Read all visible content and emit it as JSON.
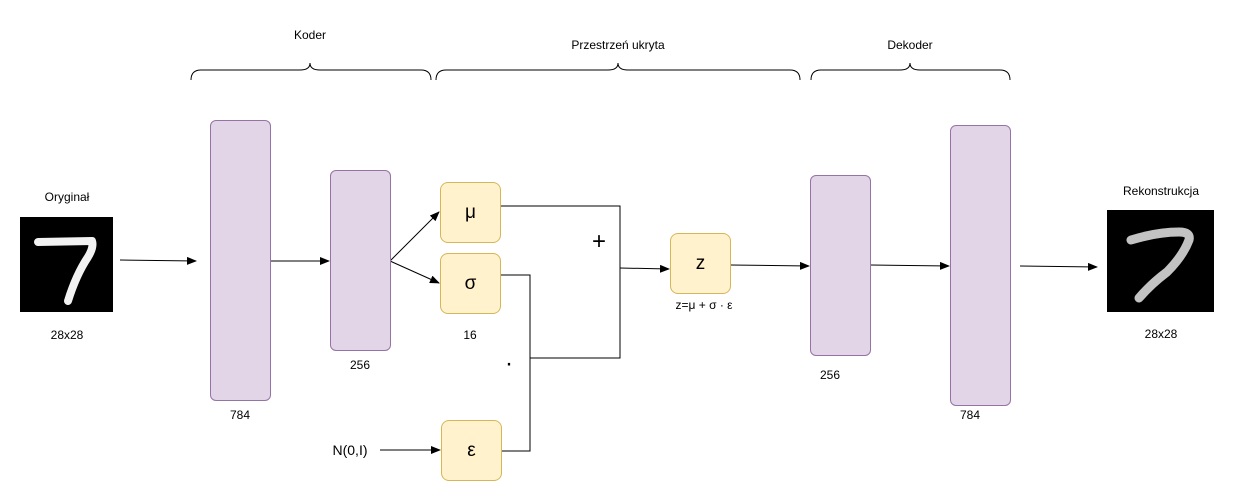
{
  "sections": {
    "encoder": "Koder",
    "latent": "Przestrzeń ukryta",
    "decoder": "Dekoder"
  },
  "input": {
    "title": "Oryginał",
    "size": "28x28",
    "digit": "7"
  },
  "output": {
    "title": "Rekonstrukcja",
    "size": "28x28",
    "digit": "7"
  },
  "encoder": {
    "layer1_units": "784",
    "layer2_units": "256"
  },
  "latent": {
    "mu": "μ",
    "sigma": "σ",
    "dim": "16",
    "epsilon": "ε",
    "noise": "N(0,I)",
    "z": "z",
    "formula": "z=μ + σ · ε",
    "plus": "+",
    "times": "·"
  },
  "decoder": {
    "layer1_units": "256",
    "layer2_units": "784"
  },
  "colors": {
    "layer_fill": "#e1d5e7",
    "layer_border": "#9673a6",
    "latent_fill": "#fff2cc",
    "latent_border": "#d6b656"
  }
}
